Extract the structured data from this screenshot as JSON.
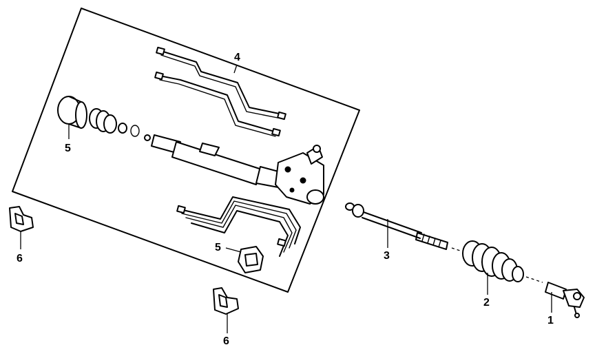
{
  "callouts": {
    "outer_tie_rod_end": "1",
    "rack_boot": "2",
    "inner_tie_rod": "3",
    "steering_gear_assembly": "4",
    "bushing_inner": "5",
    "bushing_lower": "5",
    "mount_bracket_left": "6",
    "mount_bracket_bottom": "6"
  },
  "colors": {
    "line": "#000000",
    "background": "#ffffff"
  }
}
